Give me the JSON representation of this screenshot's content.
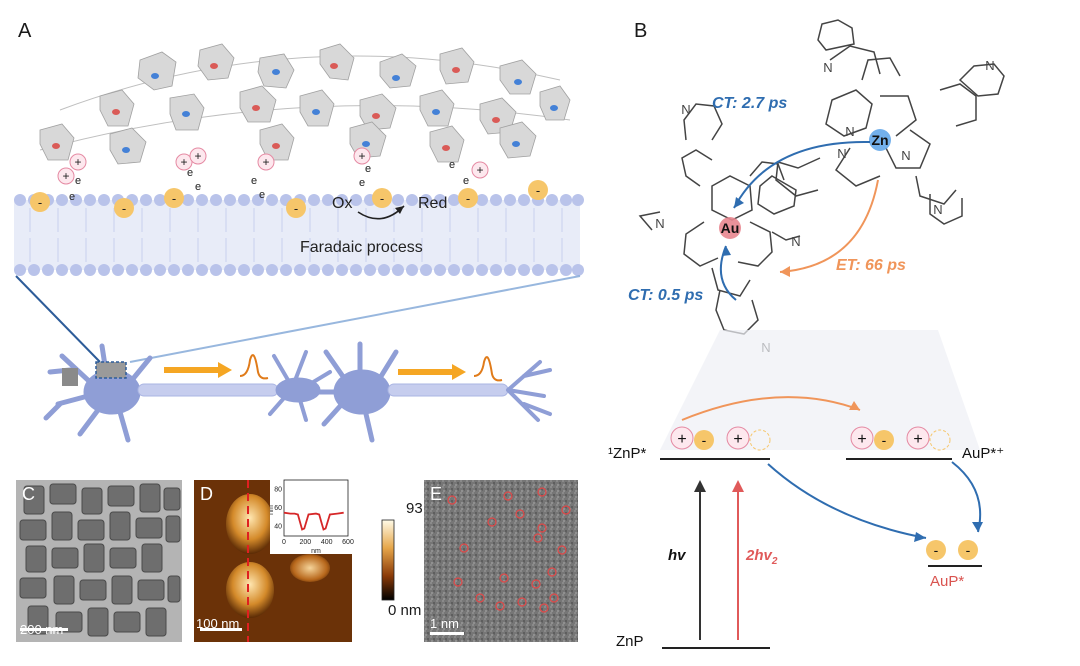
{
  "panels": {
    "a": {
      "letter": "A"
    },
    "b": {
      "letter": "B"
    },
    "c": {
      "letter": "C",
      "scale": "200 nm"
    },
    "d": {
      "letter": "D",
      "scale": "100 nm",
      "colorbar_max": "93.7 nm",
      "colorbar_min": "0 nm"
    },
    "e": {
      "letter": "E",
      "scale": "1 nm"
    }
  },
  "membrane": {
    "ox": "Ox",
    "red": "Red",
    "process": "Faradaic  process",
    "charge_plus": "+",
    "charge_minus": "-",
    "electron": "e"
  },
  "molecule": {
    "ct1": "CT: 2.7 ps",
    "ct2": "CT: 0.5 ps",
    "et": "ET: 66 ps",
    "zn": "Zn",
    "au": "Au",
    "n": "N"
  },
  "energy": {
    "znp_excited": "¹ZnP*",
    "aup_radical": "AuP*⁺",
    "aup_excited": "AuP*",
    "znp_ground": "ZnP",
    "hv": "hv",
    "two_hv": "2hv",
    "two_hv_sub": "2"
  },
  "chart_data": {
    "type": "line",
    "x": [
      0,
      60,
      100,
      130,
      150,
      170,
      190,
      230,
      300,
      330,
      350,
      370,
      390,
      430,
      500,
      560
    ],
    "y": [
      55,
      54,
      54,
      53,
      45,
      37,
      38,
      53,
      54,
      53,
      45,
      37,
      38,
      53,
      54,
      55
    ],
    "xlabel": "nm",
    "ylabel": "nm",
    "xticks": [
      "0",
      "200",
      "400",
      "600"
    ],
    "yticks": [
      "40",
      "60",
      "80"
    ],
    "xlim": [
      0,
      600
    ],
    "ylim": [
      30,
      90
    ],
    "colors": {
      "line": "#d62728"
    }
  },
  "colors": {
    "ct_blue": "#2f6db0",
    "et_orange": "#f0955a",
    "two_hv_red": "#e05a5a",
    "aup_red": "#d9534f",
    "neuron": "#8f9ed6",
    "membrane": "#b9c3ea",
    "anion": "#f6c66a"
  }
}
